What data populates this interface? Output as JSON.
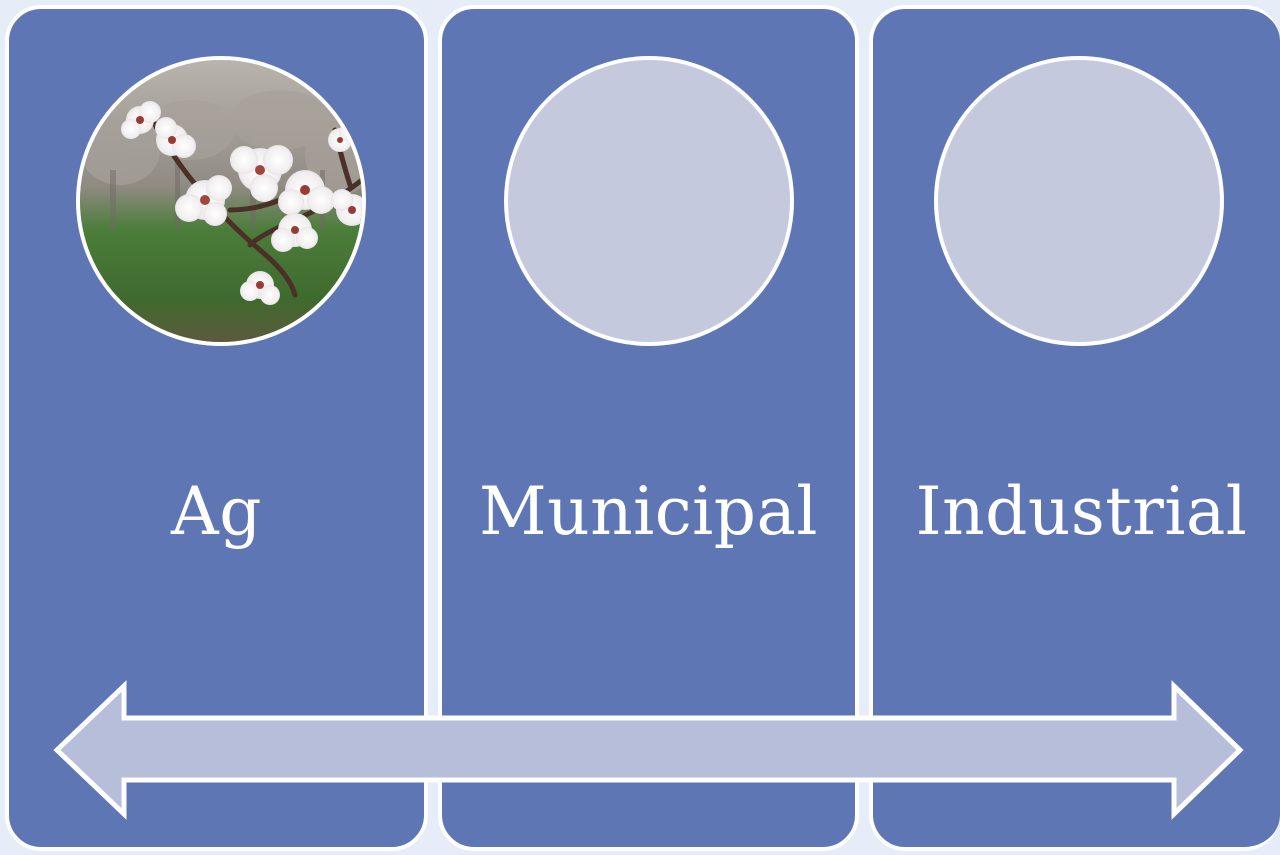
{
  "diagram": {
    "cards": [
      {
        "label": "Ag",
        "image": "almond-blossom-photo"
      },
      {
        "label": "Municipal",
        "image": ""
      },
      {
        "label": "Industrial",
        "image": ""
      }
    ],
    "arrow": {
      "type": "double-headed",
      "direction": "horizontal"
    }
  },
  "colors": {
    "background": "#e6edf8",
    "card": "#5f76b5",
    "card_border": "#ffffff",
    "placeholder_circle": "#c5c9de",
    "arrow_fill": "#b6bed9",
    "text": "#ffffff"
  }
}
